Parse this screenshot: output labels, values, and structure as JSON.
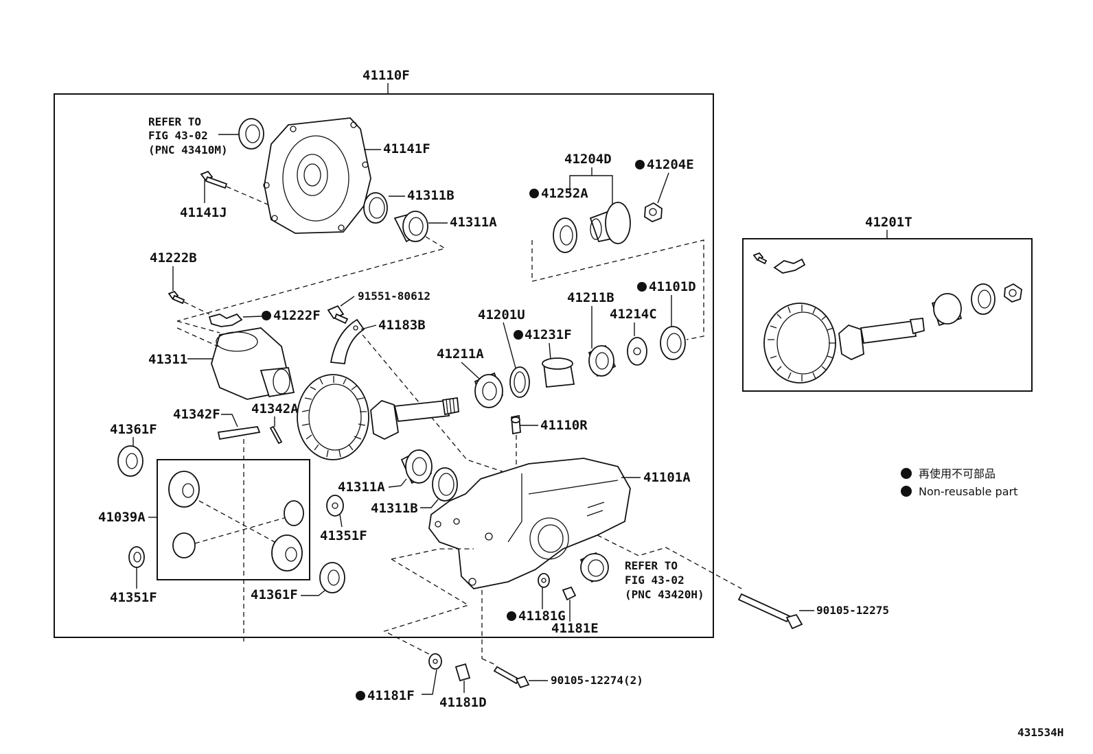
{
  "diagram_id": "431534H",
  "assembly_label": "41110F",
  "kit_label": "41201T",
  "legend": {
    "jp_text": "再使用不可部品",
    "en_text": "Non-reusable part"
  },
  "notes": {
    "refer_top": [
      "REFER TO",
      "FIG 43-02",
      "(PNC 43410M)"
    ],
    "refer_right": [
      "REFER TO",
      "FIG 43-02",
      "(PNC 43420H)"
    ]
  },
  "parts": {
    "p41141F": "41141F",
    "p41311B_top": "41311B",
    "p41311A_top": "41311A",
    "p41141J": "41141J",
    "p41204D": "41204D",
    "p41204E": "41204E",
    "p41252A": "41252A",
    "p41222B": "41222B",
    "p41222F": "41222F",
    "p91551": "91551-80612",
    "p41183B": "41183B",
    "p41201U": "41201U",
    "p41231F": "41231F",
    "p41211B": "41211B",
    "p41214C": "41214C",
    "p41101D": "41101D",
    "p41211A": "41211A",
    "p41311": "41311",
    "p41342F": "41342F",
    "p41342A": "41342A",
    "p41361F_top": "41361F",
    "p41110R": "41110R",
    "p41039A": "41039A",
    "p41311A_bot": "41311A",
    "p41311B_bot": "41311B",
    "p41101A": "41101A",
    "p41351F_mid": "41351F",
    "p41351F_left": "41351F",
    "p41361F_bot": "41361F",
    "p41181G": "41181G",
    "p41181E": "41181E",
    "p90105_12275": "90105-12275",
    "p41181F": "41181F",
    "p41181D": "41181D",
    "p90105_12274": "90105-12274(2)"
  }
}
